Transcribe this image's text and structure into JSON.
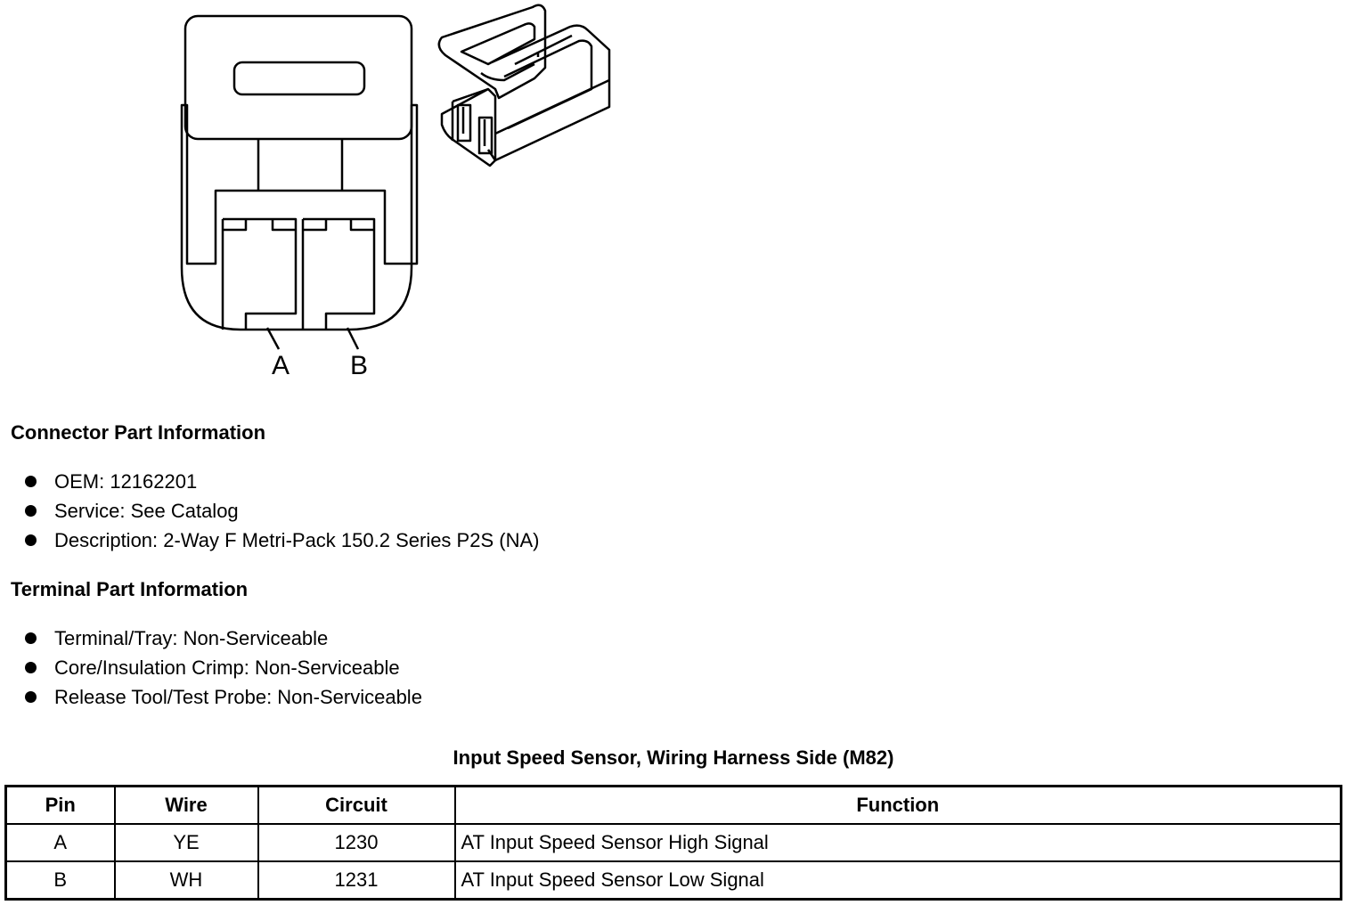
{
  "figure": {
    "pin_labels": [
      "A",
      "B"
    ]
  },
  "connector_section": {
    "heading": "Connector Part Information",
    "items": [
      "OEM: 12162201",
      "Service: See Catalog",
      "Description: 2-Way F Metri-Pack 150.2 Series P2S (NA)"
    ]
  },
  "terminal_section": {
    "heading": "Terminal Part Information",
    "items": [
      "Terminal/Tray: Non-Serviceable",
      "Core/Insulation Crimp: Non-Serviceable",
      "Release Tool/Test Probe: Non-Serviceable"
    ]
  },
  "table": {
    "title": "Input Speed Sensor, Wiring Harness Side (M82)",
    "headers": [
      "Pin",
      "Wire",
      "Circuit",
      "Function"
    ],
    "rows": [
      [
        "A",
        "YE",
        "1230",
        "AT Input Speed Sensor High Signal"
      ],
      [
        "B",
        "WH",
        "1231",
        "AT Input Speed Sensor Low Signal"
      ]
    ]
  }
}
